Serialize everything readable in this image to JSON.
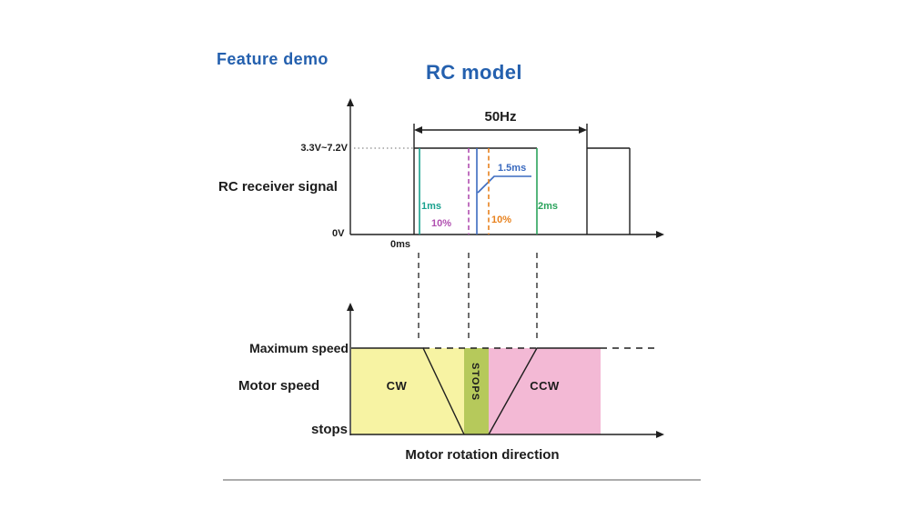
{
  "header": {
    "eyebrow": "Feature demo",
    "title": "RC model"
  },
  "signal_chart": {
    "axis_label": "RC receiver signal",
    "voltage_high": "3.3V~7.2V",
    "voltage_low": "0V",
    "time_origin": "0ms",
    "frequency": "50Hz",
    "markers": [
      {
        "id": "pulse-1ms",
        "label": "1ms",
        "color": "#19a18e"
      },
      {
        "id": "deadband-low",
        "label": "10%",
        "color": "#b04fb0"
      },
      {
        "id": "pulse-1-5ms",
        "label": "1.5ms",
        "color": "#3a6abf"
      },
      {
        "id": "deadband-high",
        "label": "10%",
        "color": "#e8821e"
      },
      {
        "id": "pulse-2ms",
        "label": "2ms",
        "color": "#2ba35c"
      }
    ]
  },
  "motor_chart": {
    "y_max_label": "Maximum speed",
    "axis_label": "Motor speed",
    "y_min_label": "stops",
    "x_axis_label": "Motor rotation direction",
    "regions": [
      {
        "id": "cw",
        "label": "CW",
        "color": "#f7f3a3"
      },
      {
        "id": "stops",
        "label": "STOPS",
        "color": "#b6c95b"
      },
      {
        "id": "ccw",
        "label": "CCW",
        "color": "#f3b9d5"
      }
    ]
  },
  "theme": {
    "title_color": "#2460ae",
    "line_color": "#1f1f1f"
  }
}
